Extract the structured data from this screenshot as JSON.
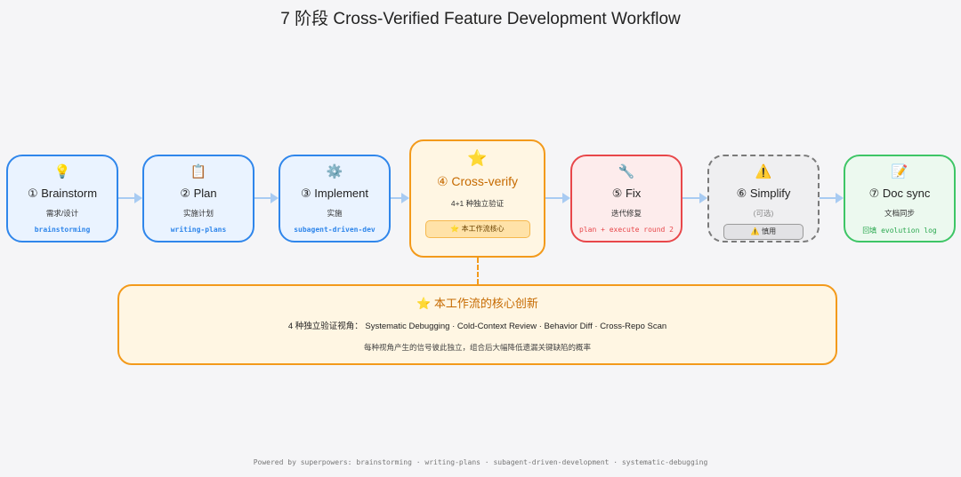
{
  "title": "7 阶段 Cross-Verified Feature Development Workflow",
  "stages": [
    {
      "icon": "💡",
      "icon_name": "lightbulb-icon",
      "name": "① Brainstorm",
      "sub": "需求/设计",
      "code": "brainstorming",
      "style": "blue"
    },
    {
      "icon": "📋",
      "icon_name": "clipboard-icon",
      "name": "② Plan",
      "sub": "实施计划",
      "code": "writing-plans",
      "style": "blue"
    },
    {
      "icon": "⚙️",
      "icon_name": "gear-icon",
      "name": "③ Implement",
      "sub": "实施",
      "code": "subagent-driven-dev",
      "style": "blue"
    },
    {
      "icon": "⭐",
      "icon_name": "star-icon",
      "name": "④ Cross-verify",
      "sub": "4+1 种独立验证",
      "badge": "⭐ 本工作流核心",
      "style": "core"
    },
    {
      "icon": "🔧",
      "icon_name": "wrench-icon",
      "name": "⑤ Fix",
      "sub": "迭代修复",
      "code": "plan + execute round 2",
      "style": "red"
    },
    {
      "icon": "⚠️",
      "icon_name": "warning-icon",
      "name": "⑥ Simplify",
      "sub": "(可选)",
      "badge": "⚠️ 慎用",
      "style": "gray"
    },
    {
      "icon": "📝",
      "icon_name": "memo-icon",
      "name": "⑦ Doc sync",
      "sub": "文档同步",
      "code": "回填 evolution log",
      "style": "green"
    }
  ],
  "callout": {
    "title": "⭐ 本工作流的核心创新",
    "line": "4 种独立验证视角： Systematic Debugging · Cold-Context Review · Behavior Diff · Cross-Repo Scan",
    "note": "每种视角产生的信号彼此独立，组合后大幅降低遗漏关键缺陷的概率"
  },
  "footer": "Powered by superpowers: brainstorming · writing-plans · subagent-driven-development · systematic-debugging",
  "colors": {
    "blue": "#2f86eb",
    "core": "#f39a1b",
    "red": "#e8474a",
    "gray": "#7a7a7a",
    "green": "#3ec566",
    "arrow": "#a8cbf2",
    "background": "#f5f5f7"
  }
}
